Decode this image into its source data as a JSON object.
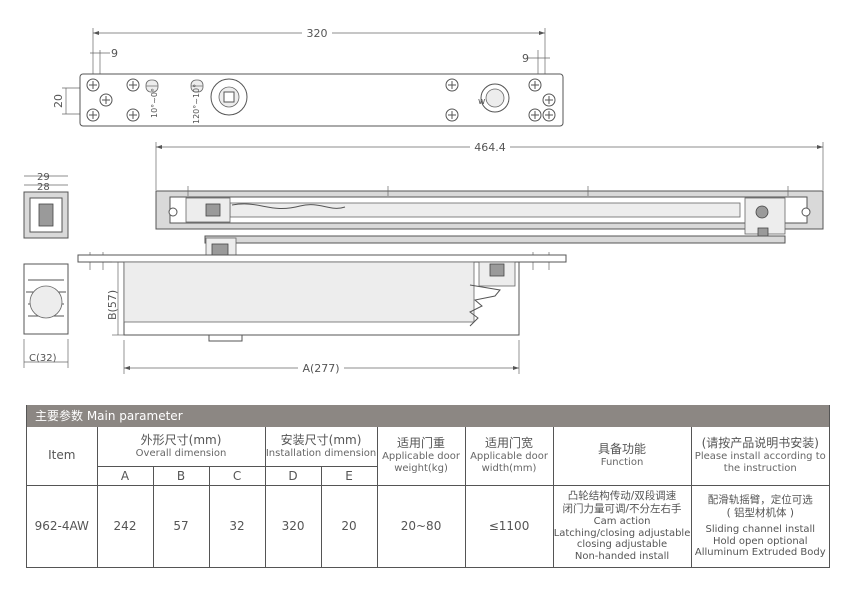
{
  "dimensions": {
    "top_length": "320",
    "top_offset_left": "9",
    "top_offset_right": "9",
    "top_height": "20",
    "angle_left": "10°~0°",
    "angle_right": "120°~10°",
    "overall_length": "464.4",
    "side_width_outer": "29",
    "side_width_inner": "28",
    "body_height": "B(57)",
    "body_length": "A(277)",
    "side_bottom": "C(32)"
  },
  "table": {
    "title": "主要参数 Main parameter",
    "headers": {
      "item": "Item",
      "overall_zh": "外形尺寸(mm)",
      "overall_en": "Overall dimension",
      "install_zh": "安装尺寸(mm)",
      "install_en": "Installation dimension",
      "weight_zh": "适用门重",
      "weight_en": "Applicable door weight(kg)",
      "width_zh": "适用门宽",
      "width_en": "Applicable door width(mm)",
      "function_zh": "具备功能",
      "function_en": "Function",
      "note_zh": "(请按产品说明书安装)",
      "note_en": "Please install according to the instruction"
    },
    "subheaders": [
      "A",
      "B",
      "C",
      "D",
      "E"
    ],
    "row": {
      "item": "962-4AW",
      "a": "242",
      "b": "57",
      "c": "32",
      "d": "320",
      "e": "20",
      "weight": "20~80",
      "width": "≤1100",
      "function_zh1": "凸轮结构传动/双段调速",
      "function_zh2": "闭门力量可调/不分左右手",
      "function_en1": "Cam action",
      "function_en2": "Latching/closing adjustable",
      "function_en3": "closing adjustable",
      "function_en4": "Non-handed install",
      "note_zh1": "配滑轨摇臂，定位可选",
      "note_zh2": "( 铝型材机体 )",
      "note_en1": "Sliding channel install",
      "note_en2": "Hold open optional",
      "note_en3": "Alluminum Extruded Body"
    }
  }
}
